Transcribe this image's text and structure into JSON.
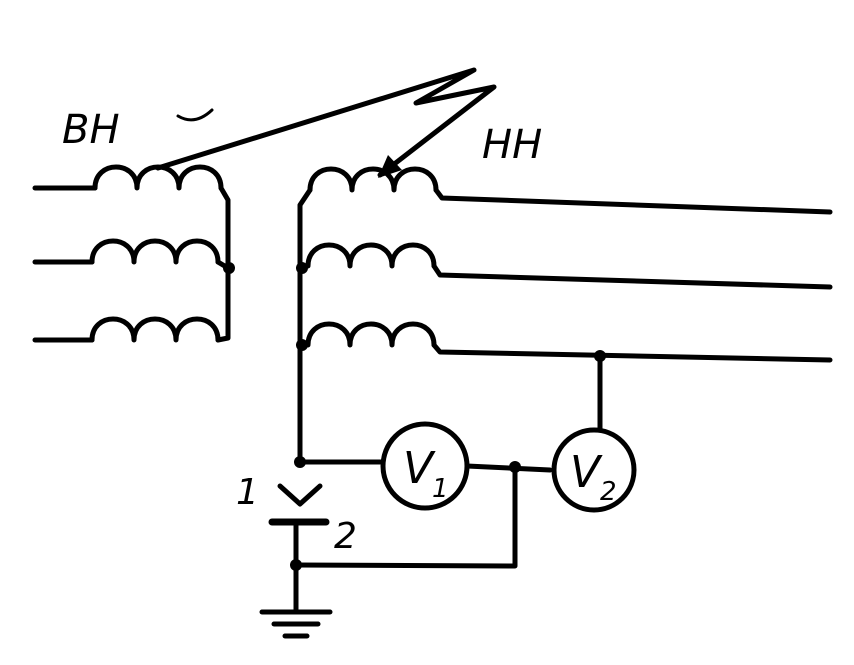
{
  "labels": {
    "hv_winding": "BH",
    "lv_winding": "HH",
    "voltmeter_1": {
      "main": "V",
      "sub": "1"
    },
    "voltmeter_2": {
      "main": "V",
      "sub": "2"
    },
    "spark_gap_electrode": "1",
    "spark_gap_plate": "2"
  }
}
